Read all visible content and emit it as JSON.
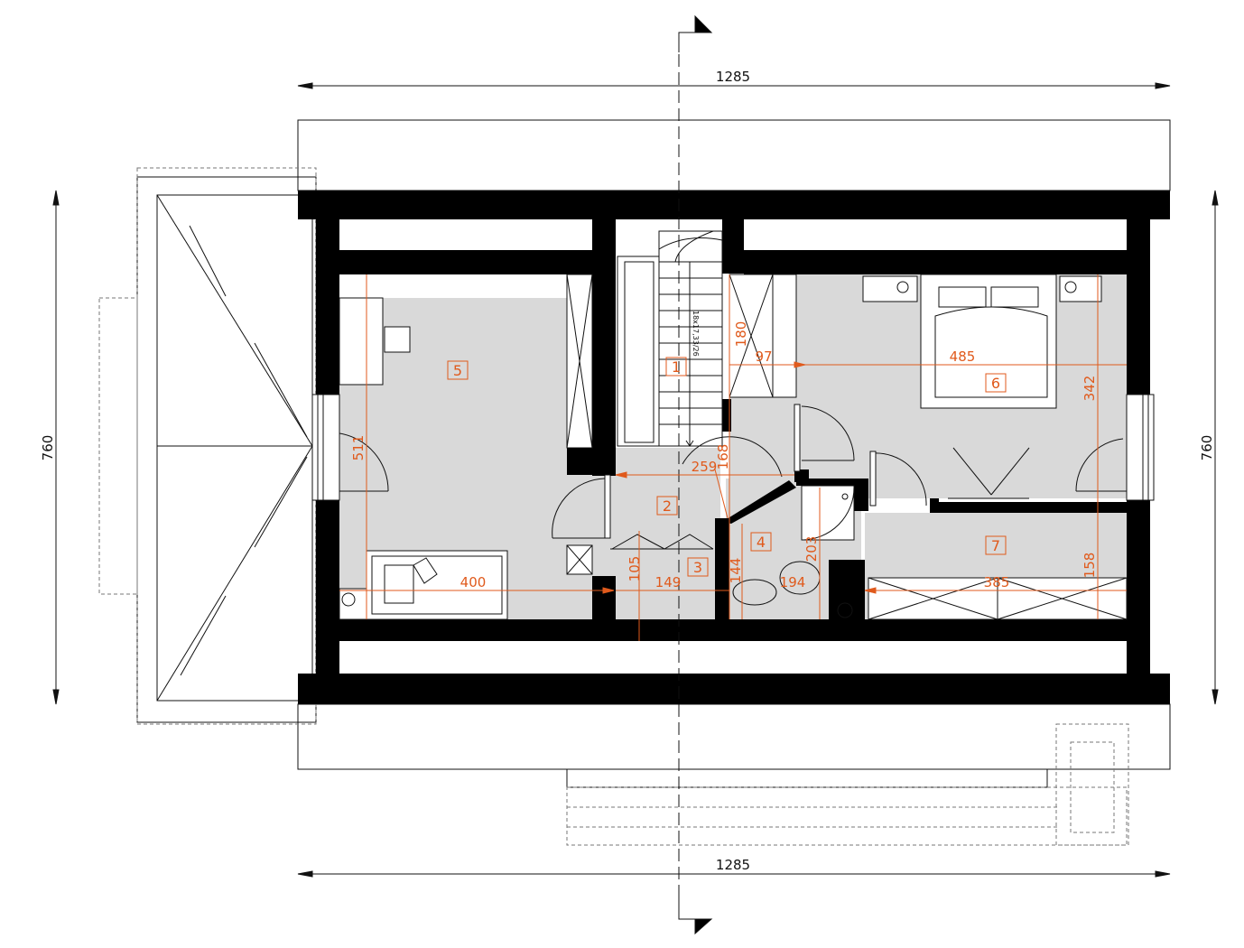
{
  "dimensions": {
    "overall_width_top": "1285",
    "overall_width_bottom": "1285",
    "overall_depth_left": "760",
    "overall_depth_right": "760"
  },
  "rooms": [
    {
      "id": "1"
    },
    {
      "id": "2"
    },
    {
      "id": "3"
    },
    {
      "id": "4"
    },
    {
      "id": "5"
    },
    {
      "id": "6"
    },
    {
      "id": "7"
    }
  ],
  "interior_dimensions": {
    "room5_height": "511",
    "room5_width": "400",
    "stair_opening_width": "180",
    "wardrobe_depth": "97",
    "room6_width": "485",
    "room6_height": "342",
    "hall_width": "259",
    "hall_small": "168",
    "closet_height": "105",
    "closet_width": "149",
    "bath_height_left": "144",
    "bath_width": "194",
    "bath_height": "203",
    "room7_width": "385",
    "room7_height": "158"
  },
  "stair_note": "18x17,33/26",
  "colors": {
    "wall": "#000000",
    "floor": "#d9d9d9",
    "dimension_orange": "#e05a1c",
    "line": "#111111"
  }
}
